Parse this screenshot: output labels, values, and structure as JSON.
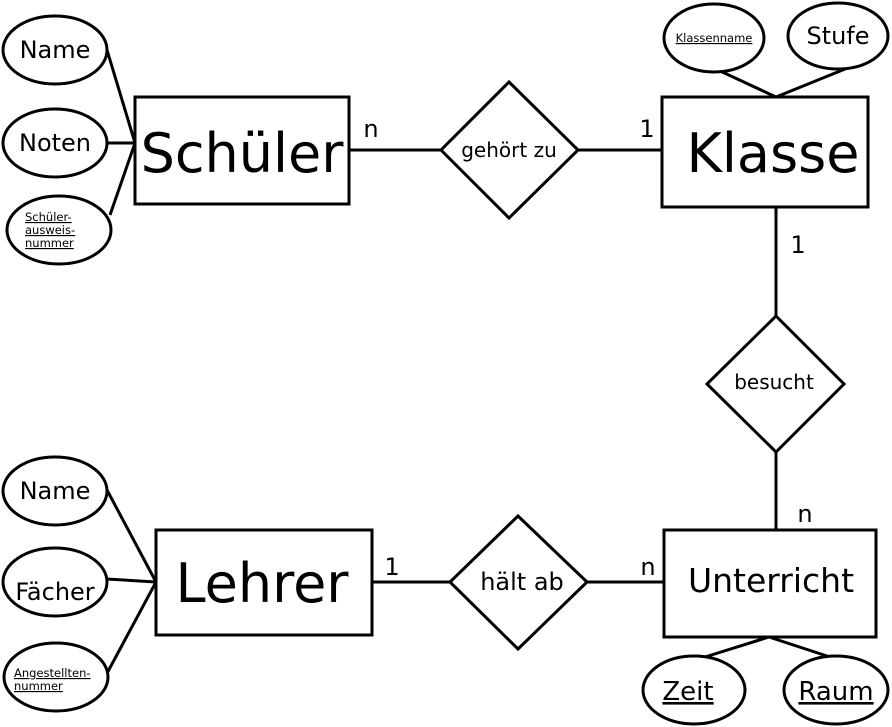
{
  "entities": {
    "schueler": "Schüler",
    "klasse": "Klasse",
    "lehrer": "Lehrer",
    "unterricht": "Unterricht"
  },
  "relationships": {
    "gehoert_zu": "gehört zu",
    "besucht": "besucht",
    "haelt_ab": "hält ab"
  },
  "attributes": {
    "schueler_name": "Name",
    "schueler_noten": "Noten",
    "schueler_ausweis_1": "Schüler-",
    "schueler_ausweis_2": "ausweis-",
    "schueler_ausweis_3": "nummer",
    "klassenname": "Klassenname",
    "stufe": "Stufe",
    "lehrer_name": "Name",
    "faecher": "Fächer",
    "angestellten_1": "Angestellten-",
    "angestellten_2": "nummer",
    "zeit": "Zeit",
    "raum": "Raum"
  },
  "cardinalities": {
    "schueler_gehoert": "n",
    "klasse_gehoert": "1",
    "klasse_besucht": "1",
    "unterricht_besucht": "n",
    "lehrer_haelt": "1",
    "unterricht_haelt": "n"
  }
}
